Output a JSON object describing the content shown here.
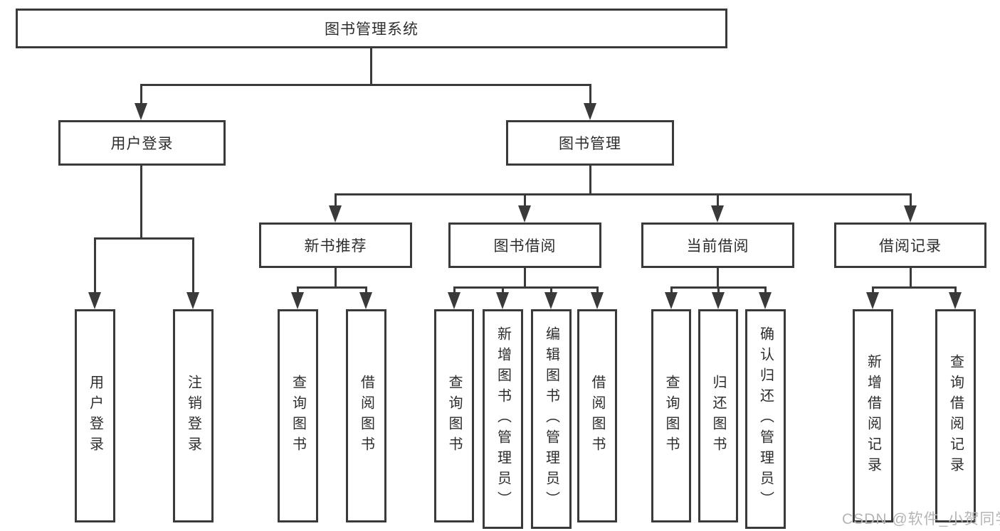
{
  "nodes": {
    "root": "图书管理系统",
    "level2": {
      "user_login": "用户登录",
      "book_management": "图书管理"
    },
    "level3": {
      "new_book_recommend": "新书推荐",
      "book_borrowing": "图书借阅",
      "current_borrowing": "当前借阅",
      "borrow_records": "借阅记录"
    },
    "user_login_children": {
      "user_login": "用户登录",
      "logout": "注销登录"
    },
    "new_book_recommend_children": {
      "query_books": "查询图书",
      "borrow_books": "借阅图书"
    },
    "book_borrowing_children": {
      "query_books": "查询图书",
      "add_books_admin": "新增图书（管理员）",
      "edit_books_admin": "编辑图书（管理员）",
      "borrow_books": "借阅图书"
    },
    "current_borrowing_children": {
      "query_books": "查询图书",
      "return_books": "归还图书",
      "confirm_return_admin": "确认归还（管理员）"
    },
    "borrow_records_children": {
      "add_record": "新增借阅记录",
      "query_record": "查询借阅记录"
    }
  },
  "watermark": "CSDN @软件_小贺同学",
  "colors": {
    "line": "#3a3a3a",
    "text": "#2d2d2d",
    "box_background": "#ffffff",
    "page_background": "#ffffff",
    "watermark": "#b5b5b5"
  }
}
